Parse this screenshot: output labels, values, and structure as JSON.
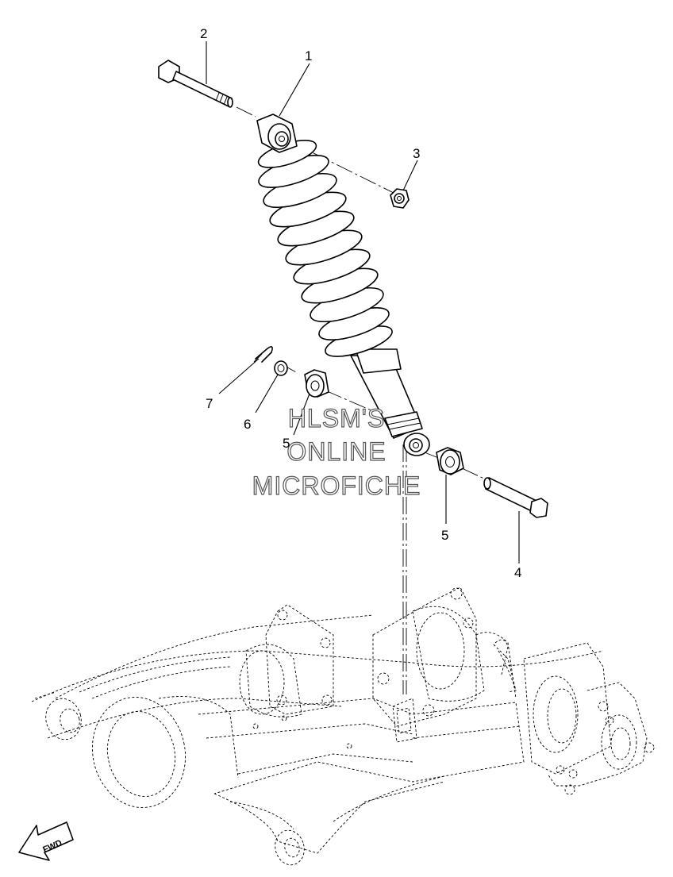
{
  "watermark": {
    "line1": "HLSM'S",
    "line2": "ONLINE",
    "line3": "MICROFICHE"
  },
  "callouts": {
    "c1": "1",
    "c2": "2",
    "c3": "3",
    "c4": "4",
    "c5a": "5",
    "c5b": "5",
    "c6": "6",
    "c7": "7"
  },
  "direction_arrow": {
    "label": "FWD",
    "icon": "fwd-arrow-icon"
  }
}
